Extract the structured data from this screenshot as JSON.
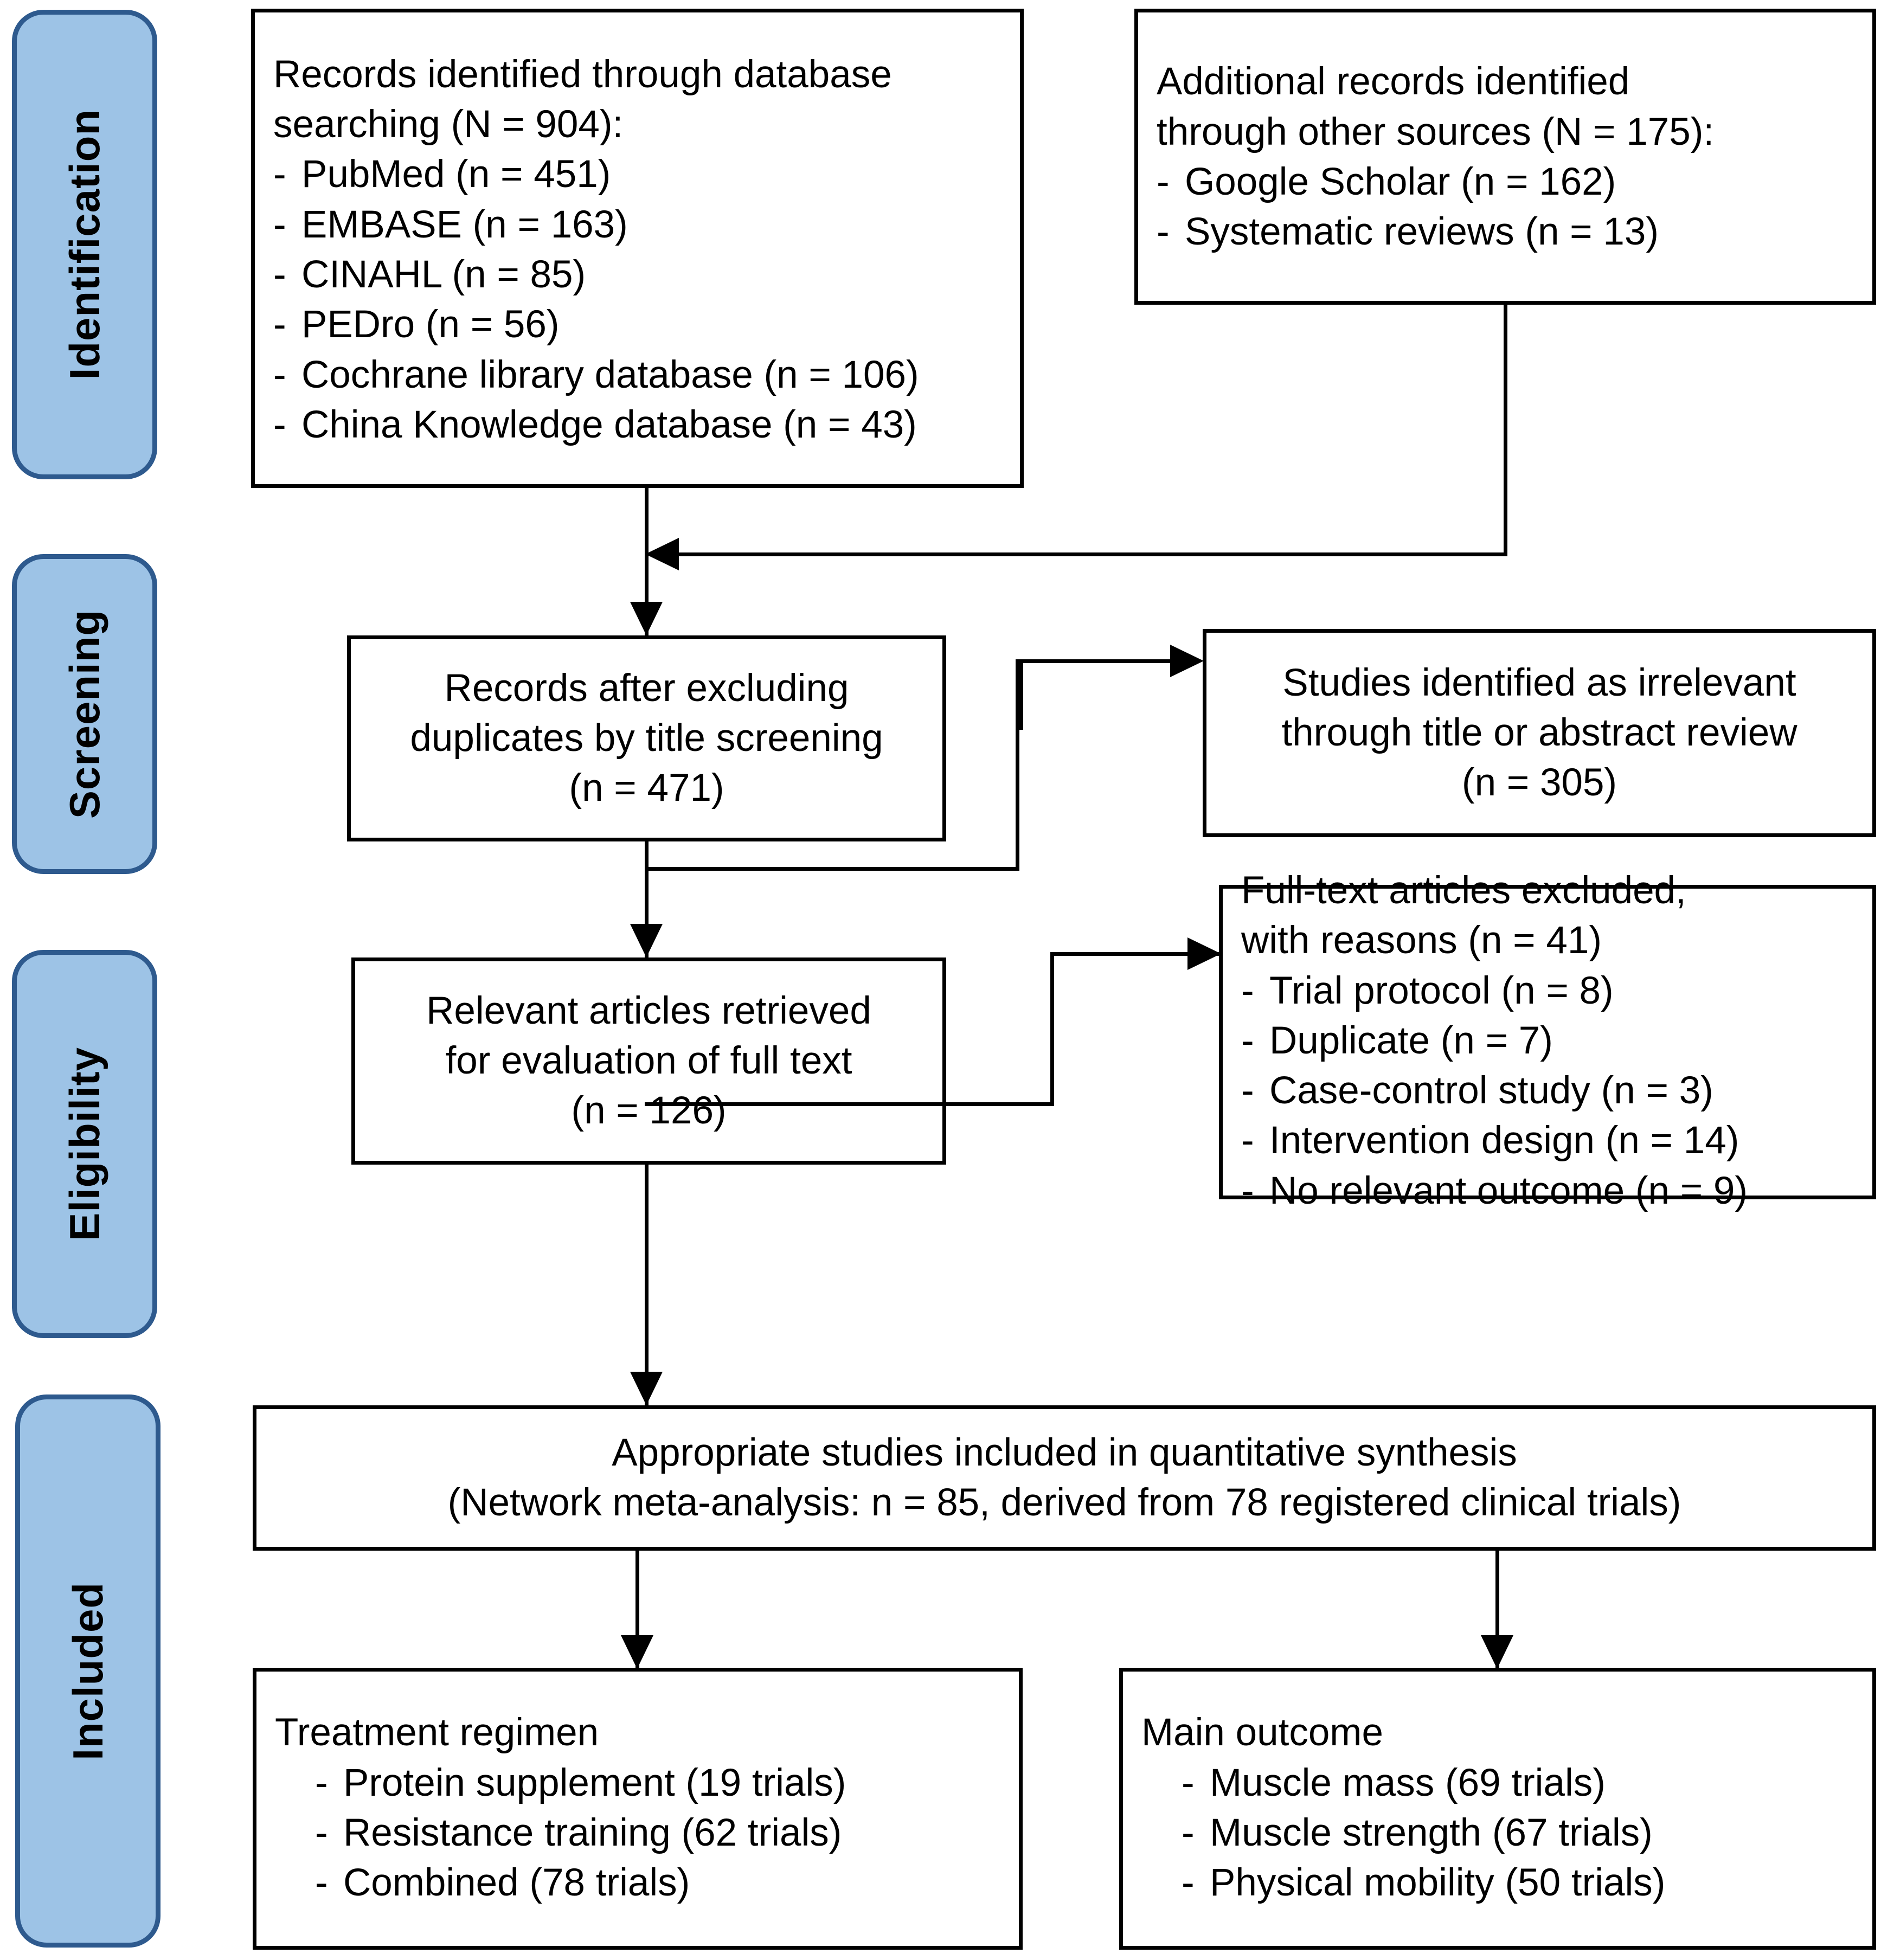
{
  "diagram": {
    "type": "PRISMA flow diagram",
    "accent_blue_fill": "#9DC3E6",
    "accent_blue_border": "#2E5A8E",
    "stroke_color": "#000000"
  },
  "stages": [
    {
      "id": "identification",
      "label": "Identification"
    },
    {
      "id": "screening",
      "label": "Screening"
    },
    {
      "id": "eligibility",
      "label": "Eligibility"
    },
    {
      "id": "included",
      "label": "Included"
    }
  ],
  "boxes": {
    "database_search": {
      "heading_line1": "Records identified through database",
      "heading_line2": "searching (N = 904):",
      "items": [
        "PubMed (n = 451)",
        "EMBASE (n = 163)",
        "CINAHL (n = 85)",
        "PEDro (n = 56)",
        "Cochrane library database (n = 106)",
        "China Knowledge database (n = 43)"
      ]
    },
    "other_sources": {
      "heading_line1": "Additional records identified",
      "heading_line2": "through other sources (N = 175):",
      "items": [
        "Google Scholar (n = 162)",
        "Systematic reviews (n = 13)"
      ]
    },
    "after_duplicates": {
      "line1": "Records after excluding",
      "line2": "duplicates by title screening",
      "line3": "(n = 471)"
    },
    "irrelevant": {
      "line1": "Studies identified as irrelevant",
      "line2": "through title or abstract review",
      "line3": "(n = 305)"
    },
    "full_text_retrieved": {
      "line1": "Relevant articles retrieved",
      "line2": "for evaluation of full text",
      "line3": "(n = 126)"
    },
    "full_text_excluded": {
      "heading_line1": "Full-text articles excluded,",
      "heading_line2": "with reasons (n = 41)",
      "items": [
        "Trial protocol (n = 8)",
        "Duplicate (n = 7)",
        "Case-control study (n = 3)",
        "Intervention design (n = 14)",
        "No relevant outcome (n = 9)"
      ]
    },
    "synthesis": {
      "line1": "Appropriate studies included in quantitative synthesis",
      "line2": "(Network meta-analysis: n = 85, derived from 78 registered clinical trials)"
    },
    "treatment_regimen": {
      "heading": "Treatment regimen",
      "items": [
        "Protein supplement (19 trials)",
        "Resistance training (62 trials)",
        "Combined (78 trials)"
      ]
    },
    "main_outcome": {
      "heading": "Main outcome",
      "items": [
        "Muscle mass (69 trials)",
        "Muscle strength (67 trials)",
        "Physical mobility (50 trials)"
      ]
    }
  },
  "bullet_dash": "-"
}
